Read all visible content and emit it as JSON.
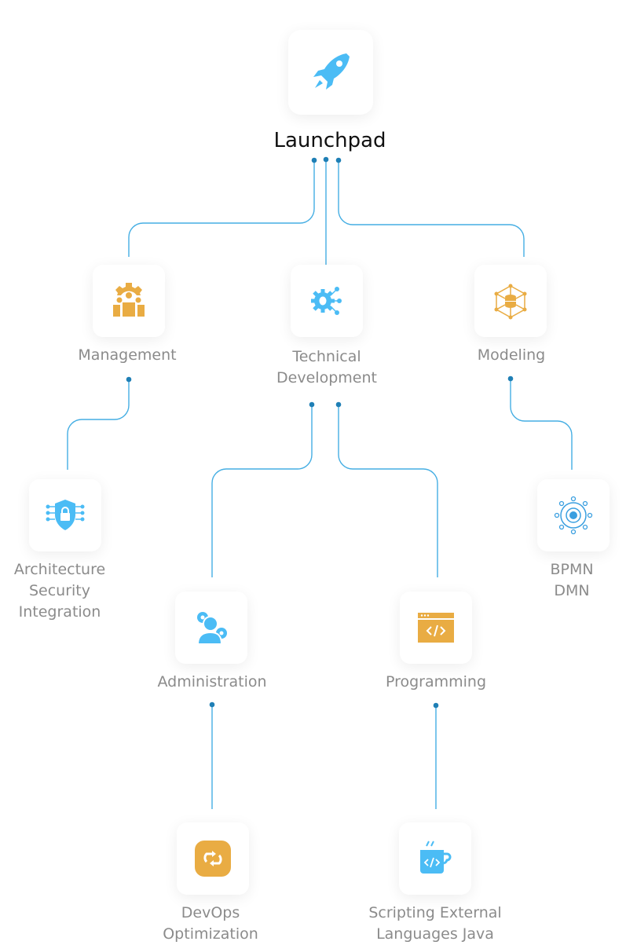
{
  "colors": {
    "blue": "#4bbcf5",
    "orange": "#e9ac43",
    "line": "#45aee3",
    "dot": "#1f7fb5"
  },
  "root": {
    "label": "Launchpad",
    "icon": "rocket-icon"
  },
  "nodes": {
    "management": {
      "lines": [
        "Management"
      ],
      "icon": "team-gear-icon"
    },
    "technical": {
      "lines": [
        "Technical",
        "Development"
      ],
      "icon": "gear-network-icon"
    },
    "modeling": {
      "lines": [
        "Modeling"
      ],
      "icon": "database-cube-icon"
    },
    "architecture": {
      "lines": [
        "Architecture",
        "Security",
        "Integration"
      ],
      "icon": "shield-lock-icon"
    },
    "administration": {
      "lines": [
        "Administration"
      ],
      "icon": "user-gear-icon"
    },
    "programming": {
      "lines": [
        "Programming"
      ],
      "icon": "code-window-icon"
    },
    "bpmn": {
      "lines": [
        "BPMN",
        "DMN"
      ],
      "icon": "network-circle-icon"
    },
    "devops": {
      "lines": [
        "DevOps",
        "Optimization"
      ],
      "icon": "sync-icon"
    },
    "scripting": {
      "lines": [
        "Scripting External",
        "Languages Java"
      ],
      "icon": "java-cup-icon"
    }
  }
}
